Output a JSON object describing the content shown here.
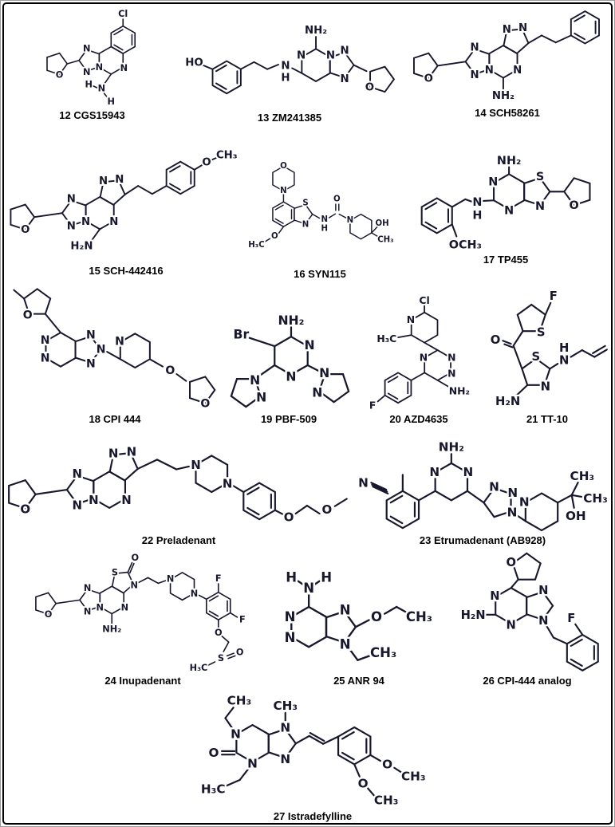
{
  "figure": {
    "background_color": "#ffffff",
    "border_color": "#000000",
    "ink_color": "#17172e",
    "compounds": [
      {
        "id": "12",
        "label": "12 CGS15943",
        "atoms": [
          "Cl",
          "O",
          "N",
          "N",
          "N",
          "N",
          "H",
          "N",
          "H"
        ]
      },
      {
        "id": "13",
        "label": "13 ZM241385",
        "atoms": [
          "HO",
          "N",
          "H",
          "NH₂",
          "N",
          "N",
          "N",
          "N",
          "O"
        ]
      },
      {
        "id": "14",
        "label": "14 SCH58261",
        "atoms": [
          "O",
          "N",
          "N",
          "N",
          "N",
          "N",
          "N",
          "NH₂"
        ]
      },
      {
        "id": "15",
        "label": "15 SCH-442416",
        "atoms": [
          "O",
          "N",
          "N",
          "N",
          "N",
          "N",
          "N",
          "H₂N",
          "O",
          "CH₃"
        ]
      },
      {
        "id": "16",
        "label": "16 SYN115",
        "atoms": [
          "O",
          "N",
          "S",
          "N",
          "N",
          "H",
          "O",
          "N",
          "OH",
          "CH₃",
          "H₃C",
          "O"
        ]
      },
      {
        "id": "17",
        "label": "17 TP455",
        "atoms": [
          "NH₂",
          "N",
          "N",
          "N",
          "H",
          "S",
          "N",
          "O",
          "OCH₃"
        ]
      },
      {
        "id": "18",
        "label": "18 CPI 444",
        "atoms": [
          "O",
          "N",
          "N",
          "N",
          "N",
          "N",
          "N",
          "O",
          "O"
        ]
      },
      {
        "id": "19",
        "label": "19 PBF-509",
        "atoms": [
          "NH₂",
          "Br",
          "N",
          "N",
          "N",
          "N",
          "N",
          "N"
        ]
      },
      {
        "id": "20",
        "label": "20 AZD4635",
        "atoms": [
          "Cl",
          "N",
          "H₃C",
          "N",
          "N",
          "N",
          "NH₂",
          "F"
        ]
      },
      {
        "id": "21",
        "label": "21 TT-10",
        "atoms": [
          "F",
          "S",
          "O",
          "S",
          "N",
          "H₂N",
          "N",
          "H"
        ]
      },
      {
        "id": "22",
        "label": "22 Preladenant",
        "atoms": [
          "O",
          "N",
          "N",
          "N",
          "N",
          "N",
          "N",
          "N",
          "N",
          "O",
          "O"
        ]
      },
      {
        "id": "23",
        "label": "23 Etrumadenant (AB928)",
        "atoms": [
          "N",
          "NH₂",
          "N",
          "N",
          "N",
          "N",
          "N",
          "N",
          "CH₃",
          "CH₃",
          "OH"
        ]
      },
      {
        "id": "24",
        "label": "24 Inupadenant",
        "atoms": [
          "O",
          "N",
          "N",
          "N",
          "N",
          "S",
          "O",
          "N",
          "NH₂",
          "N",
          "N",
          "F",
          "F",
          "O",
          "S",
          "O",
          "H₃C"
        ]
      },
      {
        "id": "25",
        "label": "25 ANR 94",
        "atoms": [
          "H",
          "N",
          "H",
          "N",
          "N",
          "N",
          "N",
          "O",
          "CH₃",
          "CH₃"
        ]
      },
      {
        "id": "26",
        "label": "26 CPI-444 analog",
        "atoms": [
          "O",
          "N",
          "N",
          "H₂N",
          "N",
          "N",
          "F"
        ]
      },
      {
        "id": "27",
        "label": "27 Istradefylline",
        "atoms": [
          "CH₃",
          "CH₃",
          "N",
          "N",
          "N",
          "N",
          "O",
          "H₃C",
          "O",
          "CH₃",
          "O",
          "CH₃"
        ]
      }
    ]
  }
}
